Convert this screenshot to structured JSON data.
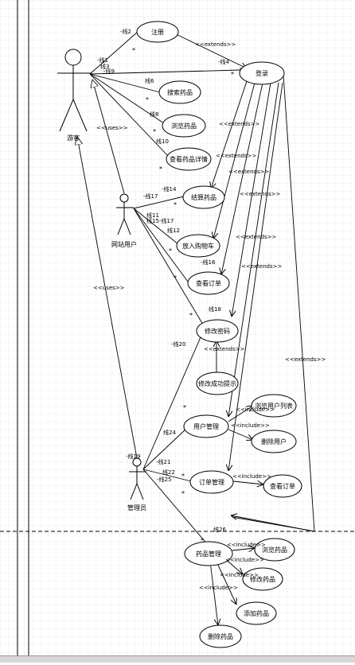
{
  "actors": {
    "visitor": "游客",
    "user": "网站用户",
    "admin": "管理员"
  },
  "use_cases": {
    "register": "注册",
    "login": "登录",
    "search": "搜索药品",
    "browse": "浏览药品",
    "detail": "查看药品详情",
    "checkout": "结算药品",
    "add_cart": "放入购物车",
    "view_order": "查看订单",
    "change_pwd": "修改密码",
    "change_ok": "修改成功提示",
    "user_mgmt": "用户管理",
    "browse_users": "浏览用户列表",
    "delete_user": "删除用户",
    "order_mgmt": "订单管理",
    "view_order2": "查看订单",
    "drug_mgmt": "药品管理",
    "browse_drugs": "浏览药品",
    "edit_drug": "修改药品",
    "add_drug": "添加药品",
    "delete_drug": "删除药品"
  },
  "stereotypes": {
    "extends": "<<extends>>",
    "uses": "<<uses>>",
    "include": "<<include>>"
  },
  "line_labels": {
    "l2": "-线2",
    "l4": "-线4",
    "l1": "-线1",
    "l3": "线3",
    "l9": "-线9",
    "l6": "线6",
    "l8": "线8",
    "l10": "线10",
    "l14": "-线14",
    "l17": "-线17",
    "l11": "线11",
    "l15": "线15",
    "l17b": "-线17",
    "l12": "线12",
    "l16": "-线16",
    "l18": "线18",
    "l20": "-线20",
    "l24": "线24",
    "l21": "-线21",
    "l22": "线22",
    "l25": "-线25",
    "l19": "-线19",
    "l26": "线26"
  },
  "mult": "*",
  "colors": {
    "grid": "#cfd8dc",
    "line": "#000000"
  }
}
